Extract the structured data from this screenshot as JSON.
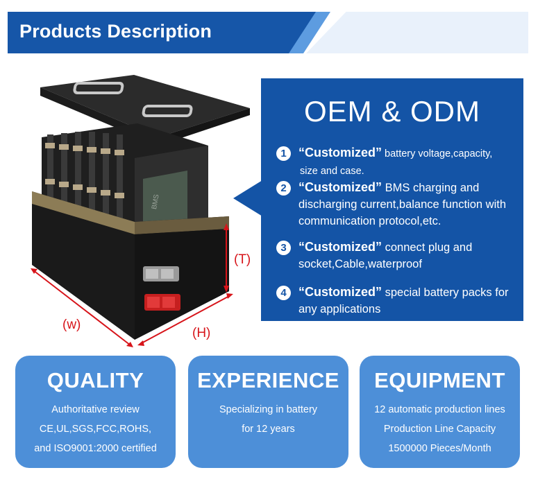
{
  "header": {
    "title": "Products Description"
  },
  "diagram": {
    "dim_t": "(T)",
    "dim_w": "(w)",
    "dim_h": "(H)",
    "bms_label": "BMS"
  },
  "oem": {
    "title": "OEM & ODM",
    "features": [
      {
        "num": "1",
        "highlight": "“Customized”",
        "text": " battery voltage,capacity,",
        "text2": "size and case."
      },
      {
        "num": "2",
        "highlight": "“Customized”",
        "text": " BMS charging and discharging current,balance function with communication protocol,etc."
      },
      {
        "num": "3",
        "highlight": "“Customized”",
        "text": " connect plug and socket,Cable,waterproof"
      },
      {
        "num": "4",
        "highlight": "“Customized”",
        "text": " special battery packs for any applications"
      }
    ]
  },
  "cards": [
    {
      "title": "QUALITY",
      "lines": [
        "Authoritative review",
        "CE,UL,SGS,FCC,ROHS,",
        "and ISO9001:2000 certified"
      ]
    },
    {
      "title": "EXPERIENCE",
      "lines": [
        "Specializing in battery",
        "for 12 years"
      ]
    },
    {
      "title": "EQUIPMENT",
      "lines": [
        "12 automatic production lines",
        "Production Line Capacity",
        "1500000 Pieces/Month"
      ]
    }
  ],
  "colors": {
    "brand_blue": "#1656a8",
    "panel_blue": "#1454a6",
    "card_blue": "#4d8fd8",
    "dimension_red": "#d7141a"
  }
}
